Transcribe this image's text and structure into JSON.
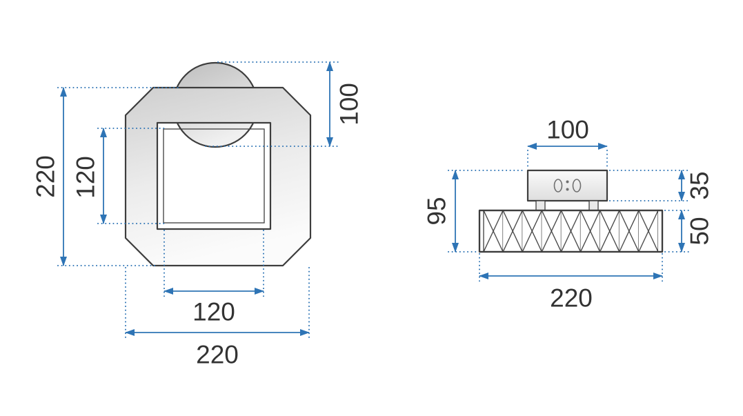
{
  "colors": {
    "dimension": "#2e74b5",
    "outline": "#3d3d3d",
    "label": "#333333"
  },
  "icons": {
    "canopy_display": "digital-display-icon"
  },
  "top_view": {
    "dims": {
      "outer_height": "220",
      "inner_height": "120",
      "shade_diameter": "100",
      "inner_width": "120",
      "outer_width": "220"
    }
  },
  "side_view": {
    "dims": {
      "canopy_width": "100",
      "overall_height": "95",
      "canopy_height": "35",
      "band_height": "50",
      "overall_width": "220"
    }
  }
}
